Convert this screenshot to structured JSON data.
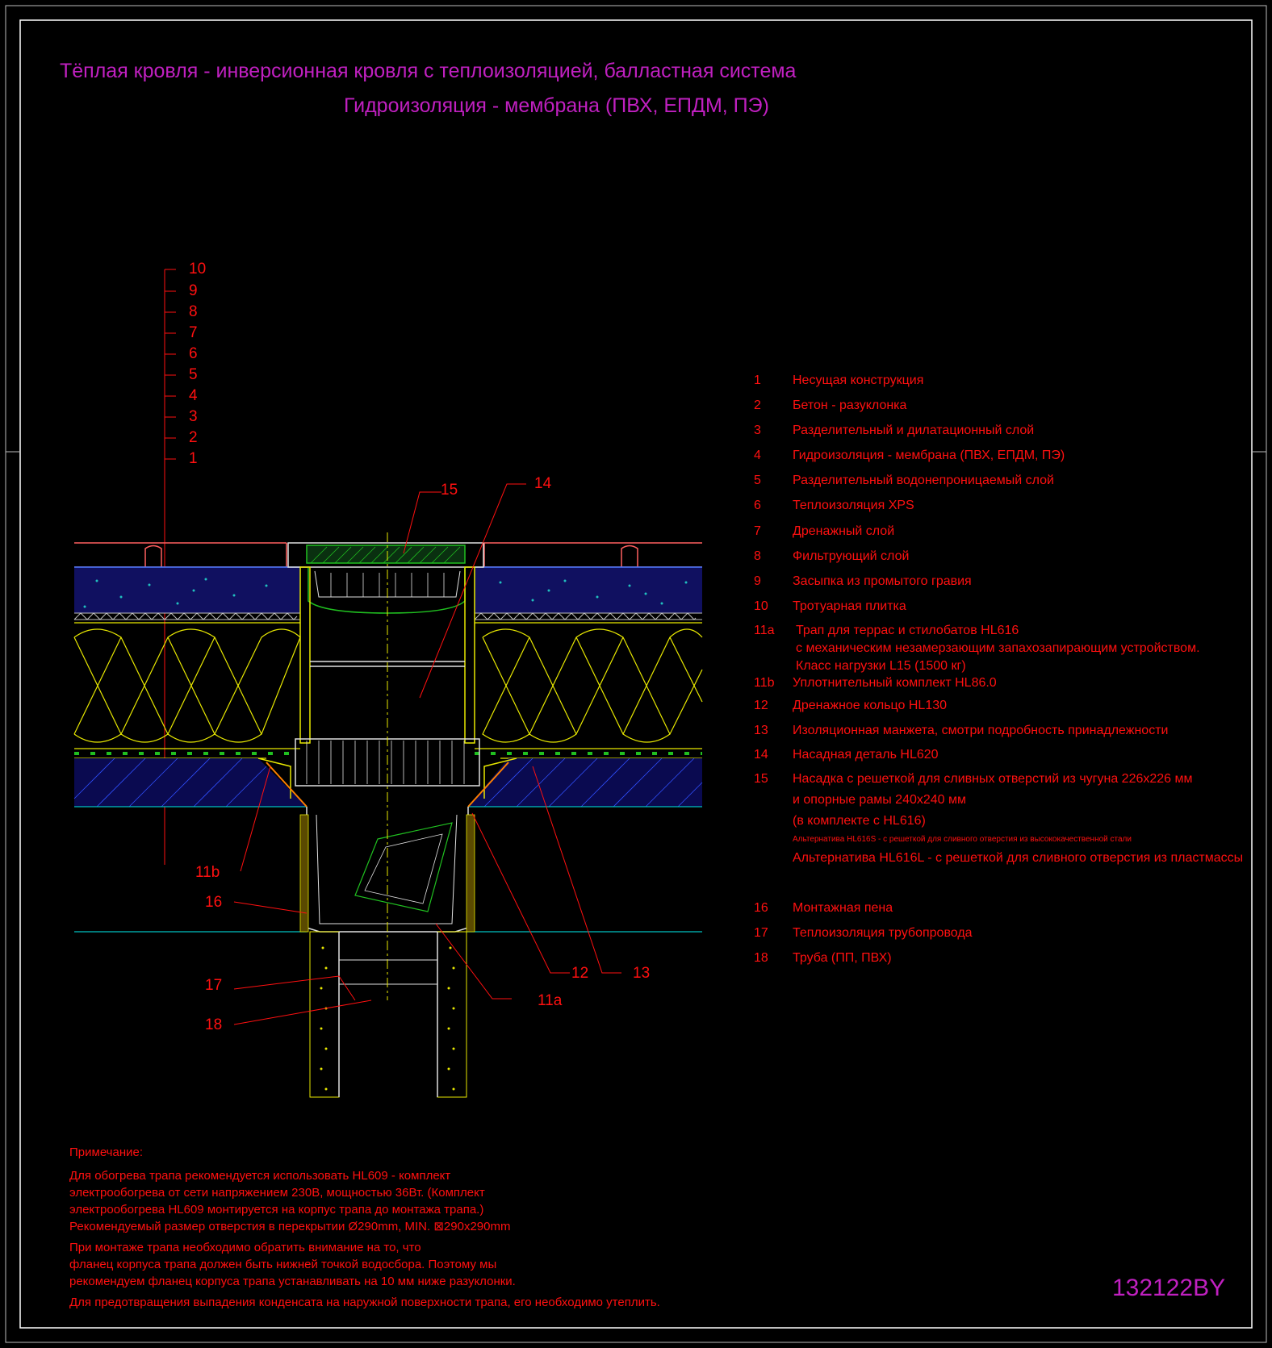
{
  "title": {
    "line1": "Тёплая кровля - инверсионная кровля с теплоизоляцией, балластная система",
    "line2": "Гидроизоляция - мембрана (ПВХ, ЕПДМ, ПЭ)"
  },
  "layer_scale": [
    "10",
    "9",
    "8",
    "7",
    "6",
    "5",
    "4",
    "3",
    "2",
    "1"
  ],
  "callouts": {
    "c15": "15",
    "c14": "14",
    "c11b": "11b",
    "c16": "16",
    "c17": "17",
    "c18": "18",
    "c12": "12",
    "c13": "13",
    "c11a": "11a"
  },
  "legend": [
    {
      "num": "1",
      "lines": [
        "Несущая конструкция"
      ]
    },
    {
      "num": "2",
      "lines": [
        "Бетон - разуклонка"
      ]
    },
    {
      "num": "3",
      "lines": [
        "Разделительный и дилатационный слой"
      ]
    },
    {
      "num": "4",
      "lines": [
        "Гидроизоляция - мембрана (ПВХ, ЕПДМ, ПЭ)"
      ]
    },
    {
      "num": "5",
      "lines": [
        "Разделительный водонепроницаемый слой"
      ]
    },
    {
      "num": "6",
      "lines": [
        "Теплоизоляция XPS"
      ]
    },
    {
      "num": "7",
      "lines": [
        "Дренажный слой"
      ]
    },
    {
      "num": "8",
      "lines": [
        "Фильтрующий слой"
      ]
    },
    {
      "num": "9",
      "lines": [
        "Засыпка из промытого гравия"
      ]
    },
    {
      "num": "10",
      "lines": [
        "Тротуарная плитка"
      ]
    },
    {
      "num": "11a",
      "lines": [
        "Трап для террас и стилобатов HL616",
        "с механическим незамерзающим запахозапирающим устройством.",
        "Класс нагрузки L15 (1500 кг)"
      ]
    },
    {
      "num": "11b",
      "lines": [
        "Уплотнительный комплект HL86.0"
      ]
    },
    {
      "num": "12",
      "lines": [
        "Дренажное кольцо HL130"
      ]
    },
    {
      "num": "13",
      "lines": [
        "Изоляционная  манжета, смотри подробность принадлежности"
      ]
    },
    {
      "num": "14",
      "lines": [
        "Насадная деталь HL620"
      ]
    },
    {
      "num": "15",
      "lines": [
        "Насадка с решеткой для сливных отверстий из чугуна 226x226 мм",
        "и опорные рамы 240x240 мм",
        "(в комплекте с HL616)"
      ]
    },
    {
      "num": "",
      "small": "Альтернатива HL616S - с решеткой  для сливного отверстия из высококачественной стали",
      "lines": [
        "Альтернатива HL616L - с решеткой  для сливного отверстия из пластмассы"
      ]
    },
    {
      "num": "16",
      "lines": [
        "Монтажная пена"
      ]
    },
    {
      "num": "17",
      "lines": [
        "Теплоизоляция трубопровода"
      ]
    },
    {
      "num": "18",
      "lines": [
        "Труба (ПП, ПВХ)"
      ]
    }
  ],
  "note": {
    "heading": "Примечание:",
    "p1": [
      "Для обогрева трапа рекомендуется использовать HL609 - комплект",
      "электрообогрева от сети напряжением 230В, мощностью 36Вт. (Комплект",
      "электрообогрева HL609 монтируется на корпус трапа до монтажа трапа.)",
      "Рекомендуемый размер отверстия в перекрытии Ø290mm, MIN. ⊠290x290mm"
    ],
    "p2": [
      "При монтаже трапа необходимо обратить внимание на то, что",
      "фланец корпуса трапа должен быть нижней точкой водосбора. Поэтому мы",
      "рекомендуем фланец корпуса трапа устанавливать на 10 мм ниже разуклонки."
    ],
    "p3": [
      "Для предотвращения выпадения конденсата на наружной поверхности трапа, его необходимо утеплить."
    ]
  },
  "drawing_code": "132122BY",
  "colors": {
    "frame": "#ffffff",
    "title": "#c020c0",
    "text": "#ff1010",
    "insulation": "#e8e800",
    "gravel": "#101060",
    "concrete": "#0a0a50",
    "cyan": "#00c0c0",
    "green": "#20c020"
  }
}
